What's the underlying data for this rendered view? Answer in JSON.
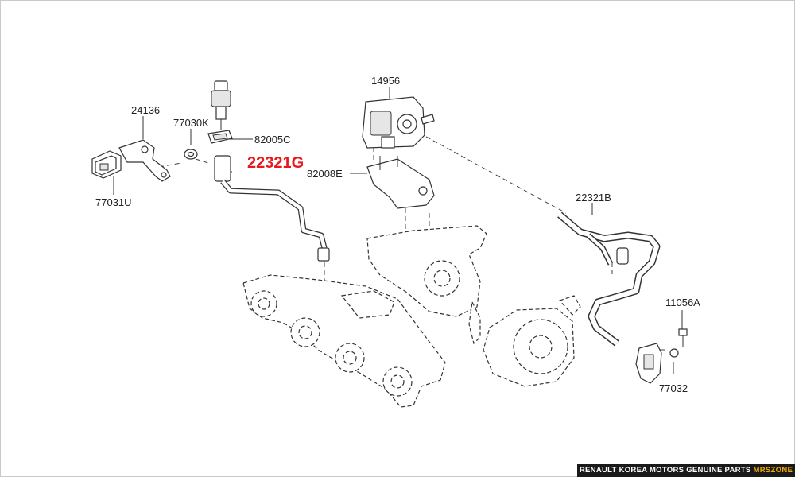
{
  "labels": {
    "p14956": "14956",
    "p24136": "24136",
    "p77030K": "77030K",
    "p82005C": "82005C",
    "p22321G": "22321G",
    "p82008E": "82008E",
    "p77031U": "77031U",
    "p22321B": "22321B",
    "p11056A": "11056A",
    "p77032": "77032"
  },
  "colors": {
    "highlight": "#e8191e",
    "label": "#222222",
    "watermark_bg": "#1a1a1a",
    "watermark_brand": "#f2a800"
  },
  "watermark": {
    "text": "RENAULT KOREA MOTORS GENUINE PARTS",
    "brand": "MRSZONE"
  }
}
